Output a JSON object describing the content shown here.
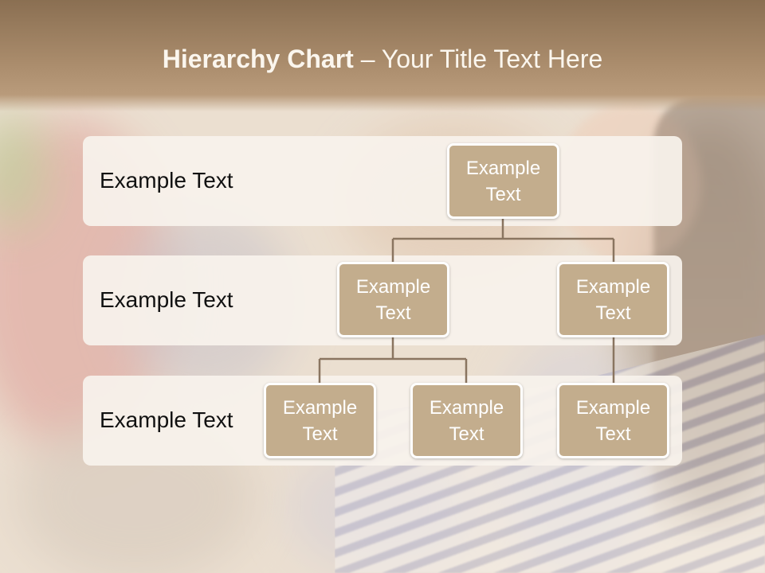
{
  "title": {
    "bold": "Hierarchy Chart",
    "rest": " – Your Title Text Here"
  },
  "bands": [
    {
      "label": "Example Text"
    },
    {
      "label": "Example Text"
    },
    {
      "label": "Example Text"
    }
  ],
  "nodes": {
    "root": "Example Text",
    "left_child": "Example Text",
    "right_child": "Example Text",
    "left_grandchild_1": "Example Text",
    "left_grandchild_2": "Example Text",
    "right_grandchild": "Example Text"
  },
  "colors": {
    "node_fill": "#c3ad8d",
    "band_fill": "#f7f2ec",
    "connector": "#8a7560",
    "title_band": "#a98b6b"
  }
}
